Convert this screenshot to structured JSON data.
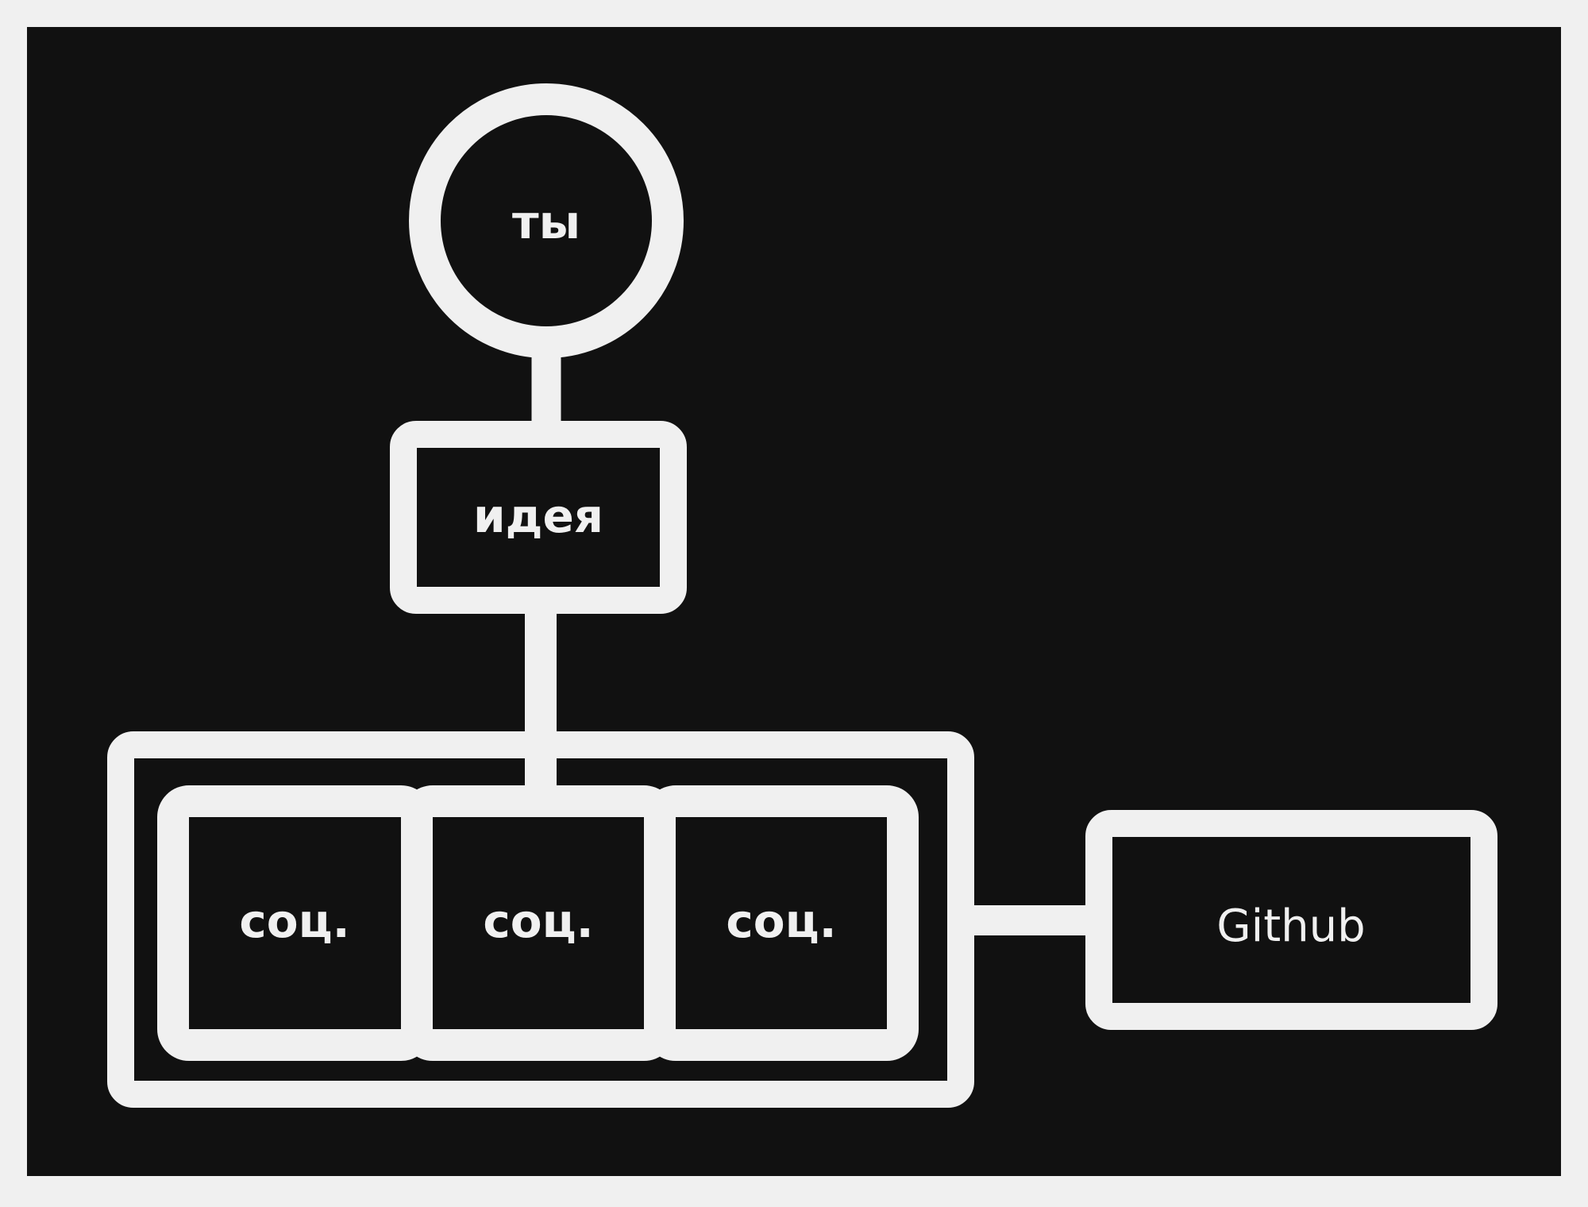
{
  "diagram": {
    "colors": {
      "background": "#111111",
      "stroke": "#f0f0f0",
      "text": "#f0f0f0"
    },
    "nodes": {
      "you": {
        "label": "ты"
      },
      "idea": {
        "label": "идея"
      },
      "social_1": {
        "label": "соц."
      },
      "social_2": {
        "label": "соц."
      },
      "social_3": {
        "label": "соц."
      },
      "github": {
        "label": "Github"
      }
    },
    "edges": [
      {
        "from": "you",
        "to": "idea"
      },
      {
        "from": "idea",
        "to": "social_2"
      },
      {
        "from": "social_group",
        "to": "github"
      }
    ]
  }
}
